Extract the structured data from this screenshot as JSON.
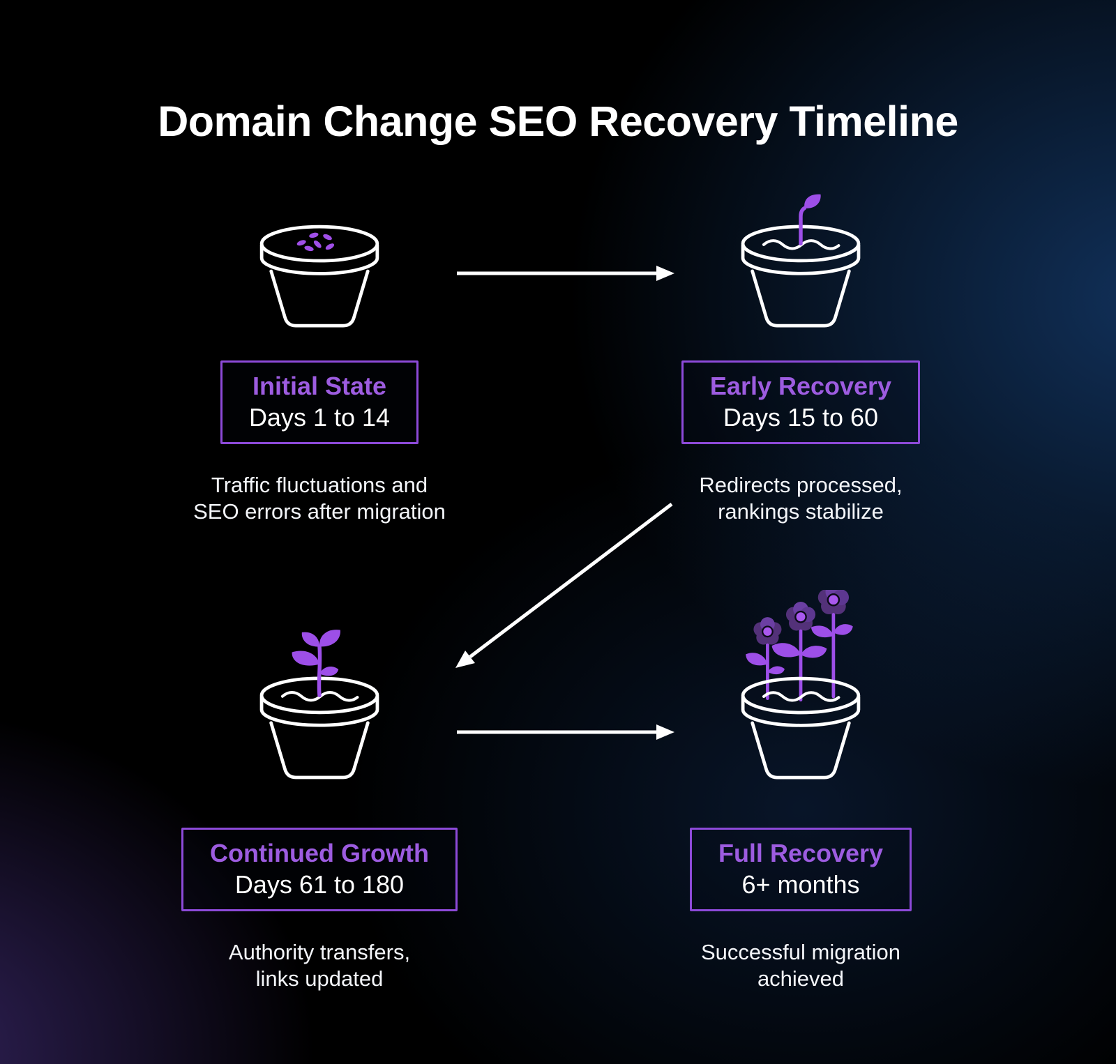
{
  "title": "Domain Change SEO Recovery Timeline",
  "stages": [
    {
      "id": "initial-state",
      "heading": "Initial State",
      "range": "Days 1 to 14",
      "desc_line1": "Traffic fluctuations and",
      "desc_line2": "SEO errors after migration",
      "icon": "seed-pot-icon"
    },
    {
      "id": "early-recovery",
      "heading": "Early Recovery",
      "range": "Days 15 to 60",
      "desc_line1": "Redirects processed,",
      "desc_line2": "rankings stabilize",
      "icon": "sprout-pot-icon"
    },
    {
      "id": "continued-growth",
      "heading": "Continued Growth",
      "range": "Days 61 to 180",
      "desc_line1": "Authority transfers,",
      "desc_line2": "links updated",
      "icon": "seedling-pot-icon"
    },
    {
      "id": "full-recovery",
      "heading": "Full Recovery",
      "range": "6+ months",
      "desc_line1": "Successful migration",
      "desc_line2": "achieved",
      "icon": "flower-pot-icon"
    }
  ],
  "connections": [
    {
      "from": "Initial State",
      "to": "Early Recovery",
      "direction": "right"
    },
    {
      "from": "Early Recovery",
      "to": "Continued Growth",
      "direction": "down-left"
    },
    {
      "from": "Continued Growth",
      "to": "Full Recovery",
      "direction": "right"
    }
  ],
  "colors": {
    "accent_purple": "#9d5ce0",
    "box_border_purple": "#8d4ad9",
    "plant_purple": "#9d4fe8",
    "petal_dark_purple": "#533179",
    "petal_light_purple": "#6b3fa3",
    "flower_center_purple": "#a958ee",
    "pot_outline_white": "#ffffff",
    "background_black": "#000000",
    "background_navy_glow": "#15365f",
    "background_violet_glow": "#2b2048"
  }
}
